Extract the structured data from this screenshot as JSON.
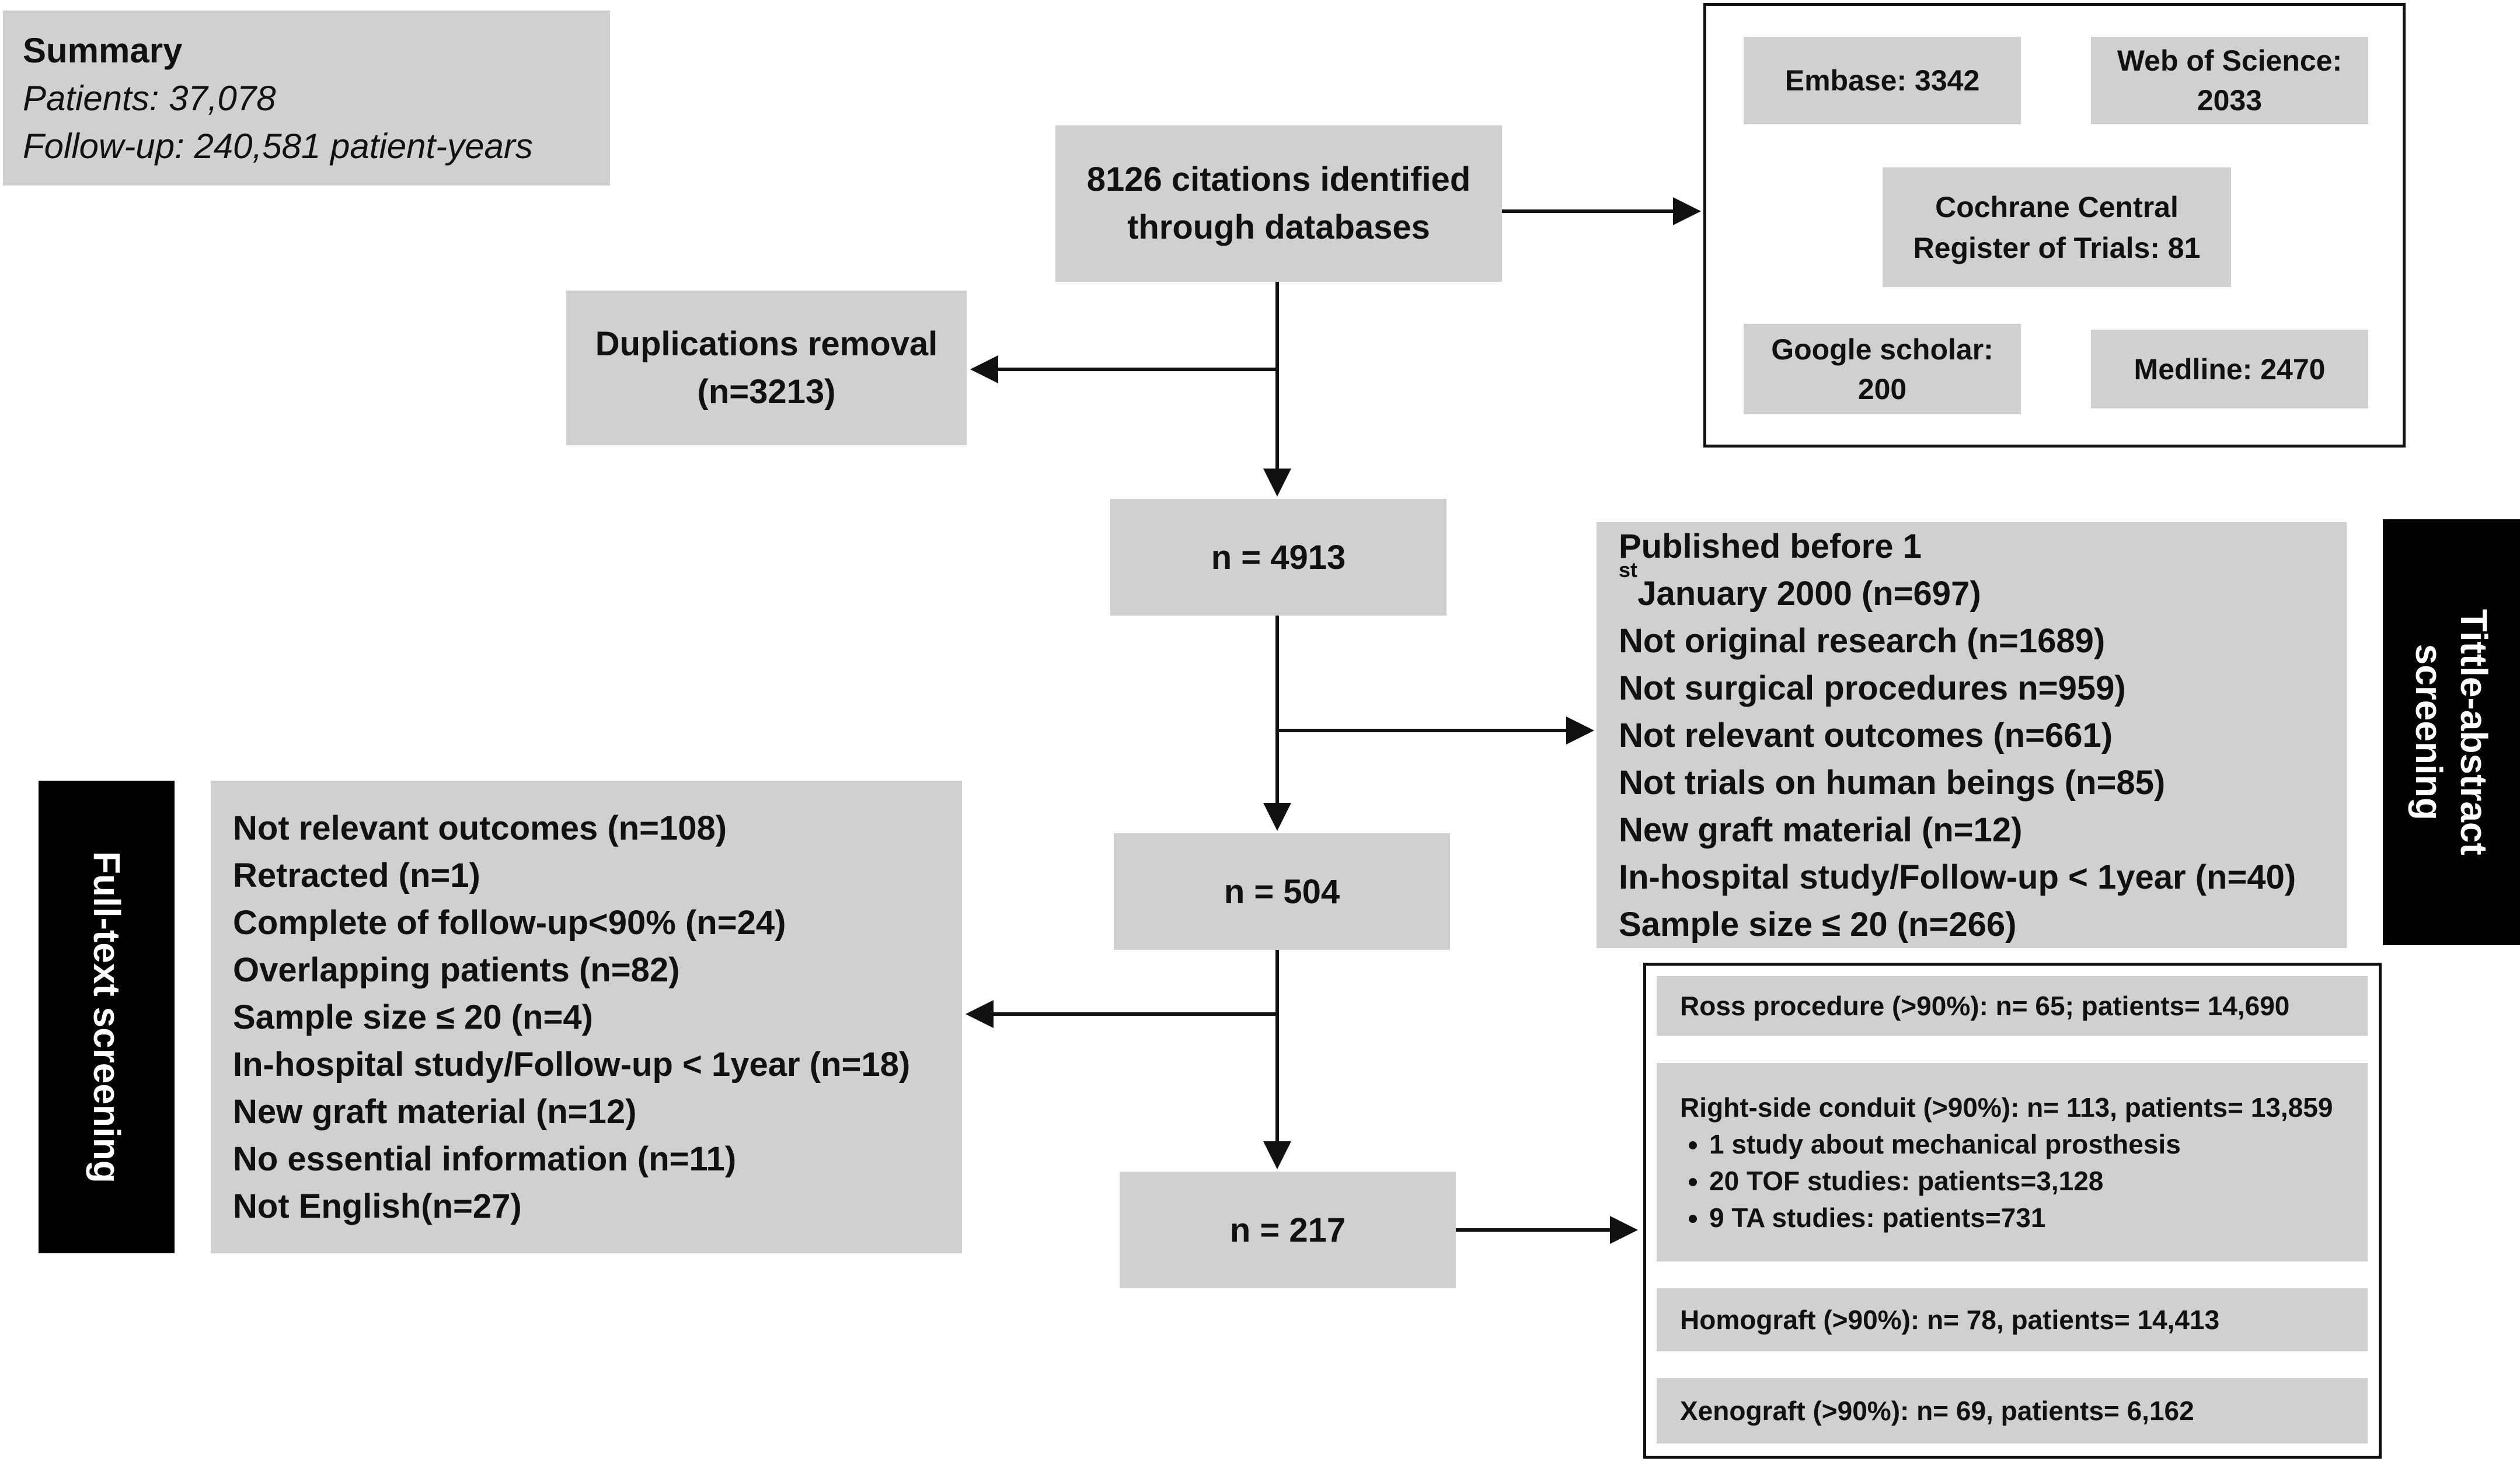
{
  "summary": {
    "title": "Summary",
    "patients": "Patients: 37,078",
    "followup": "Follow-up: 240,581 patient-years"
  },
  "citations": {
    "line1": "8126 citations identified",
    "line2": "through databases"
  },
  "databases": {
    "embase": "Embase: 3342",
    "wos_line1": "Web of Science:",
    "wos_line2": "2033",
    "cochrane_line1": "Cochrane Central",
    "cochrane_line2": "Register of Trials: 81",
    "google_line1": "Google scholar:",
    "google_line2": "200",
    "medline": "Medline: 2470"
  },
  "duplications": {
    "line1": "Duplications removal",
    "line2": "(n=3213)"
  },
  "n4913": "n = 4913",
  "n504": "n = 504",
  "n217": "n = 217",
  "title_abstract": {
    "label_line1": "Tittle-abstract",
    "label_line2": "screening",
    "published_prefix": "Published before 1",
    "published_sup": "st",
    "published_suffix": "  January 2000 (n=697)",
    "items": [
      "Not original research (n=1689)",
      "Not surgical procedures n=959)",
      "Not relevant outcomes (n=661)",
      "Not trials on human beings (n=85)",
      "New graft material (n=12)",
      "In-hospital study/Follow-up < 1year (n=40)",
      "Sample size ≤ 20 (n=266)"
    ]
  },
  "full_text": {
    "label": "Full-text screening",
    "items": [
      "Not relevant outcomes (n=108)",
      "Retracted (n=1)",
      "Complete of follow-up<90% (n=24)",
      "Overlapping patients (n=82)",
      "Sample size ≤ 20 (n=4)",
      "In-hospital study/Follow-up < 1year (n=18)",
      "New graft material (n=12)",
      "No essential information (n=11)",
      "Not English(n=27)"
    ]
  },
  "results": {
    "ross": "Ross procedure (>90%): n= 65; patients= 14,690",
    "right_side": "Right-side conduit (>90%): n= 113, patients= 13,859",
    "right_side_items": [
      "1 study about mechanical prosthesis",
      "20 TOF studies: patients=3,128",
      "9 TA studies: patients=731"
    ],
    "homograft": "Homograft (>90%): n= 78, patients= 14,413",
    "xenograft": "Xenograft (>90%): n= 69, patients= 6,162"
  }
}
